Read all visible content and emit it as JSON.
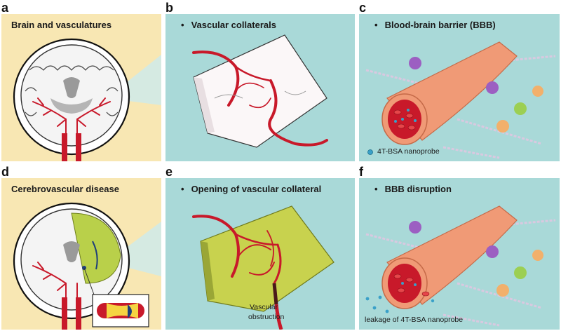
{
  "panels": {
    "a": {
      "letter": "a",
      "title": "Brain and vasculatures"
    },
    "b": {
      "letter": "b",
      "title": "Vascular collaterals"
    },
    "c": {
      "letter": "c",
      "title": "Blood-brain barrier (BBB)",
      "legend": "4T-BSA nanoprobe"
    },
    "d": {
      "letter": "d",
      "title": "Cerebrovascular disease"
    },
    "e": {
      "letter": "e",
      "title": "Opening of vascular collateral",
      "label_line1": "Vascular",
      "label_line2": "obstruction"
    },
    "f": {
      "letter": "f",
      "title": "BBB disruption",
      "legend": "leakage of 4T-BSA nanoprobe"
    }
  },
  "colors": {
    "brain_panel_bg": "#f8e7b3",
    "teal_panel_bg": "#a9d9d8",
    "vessel_red": "#c8192a",
    "ischemic_green": "#b9d04a",
    "collateral_tissue_yellow": "#c8d24e",
    "bbb_vessel": "#f09a76",
    "nanoprobe_blue": "#3aa0c8"
  }
}
